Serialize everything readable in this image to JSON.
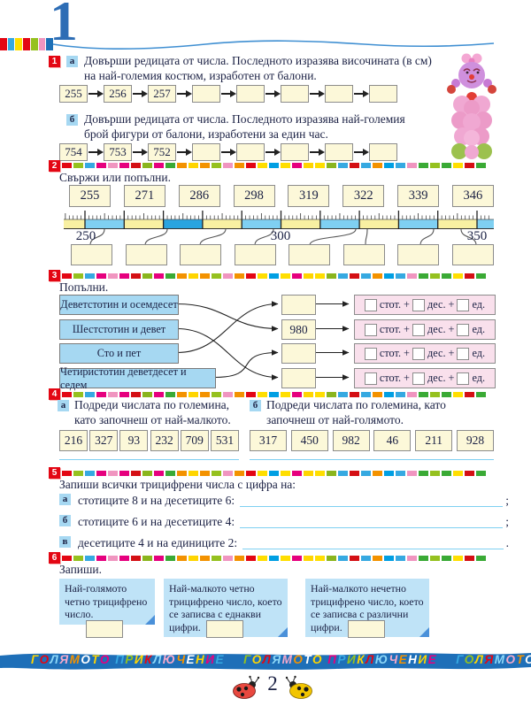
{
  "page": {
    "lesson_number": "1",
    "page_number": "2",
    "footer_phrase": "ГОЛЯМОТО ПРИКЛЮЧЕНИЕ",
    "footer_line": "ГОЛЯМОТО ПРИКЛЮЧЕНИЕ    ГОЛЯМОТО ПРИКЛЮЧЕНИЕ    ГОЛЯМОТО П"
  },
  "colors": {
    "badge_red": "#e30613",
    "badge_blue_bg": "#a6d8f2",
    "text_navy": "#1b2144",
    "box_cream": "#fcf8d9",
    "ruler_yellow": "#f8f0a2",
    "ruler_blue": "#7fd0f2",
    "ruler_blue_dark": "#29a4e0",
    "pink_box": "#f9e0ec",
    "card_blue": "#bfe3f7",
    "line_cyan": "#7fd0f2",
    "footer_blue": "#1e6fb8",
    "lesson_blue": "#2d6db5",
    "strip_palette": [
      "#e30613",
      "#3aaa35",
      "#36a9e1",
      "#ffde00",
      "#f39200",
      "#e6007e",
      "#95c11f",
      "#d40f14",
      "#009fe3",
      "#ffd500",
      "#f095c0",
      "#8ab51d"
    ],
    "header_blocks": [
      "#e30613",
      "#36a9e1",
      "#ffde00",
      "#e30613",
      "#95c11f",
      "#f095c0",
      "#1d70b7"
    ],
    "footer_letter_palette": [
      "#ffd500",
      "#e30613",
      "#8dd7f7",
      "#f5a9cb",
      "#f39200",
      "#ffffff",
      "#ffd500",
      "#e6007e",
      "#36a9e1",
      "#95c11f"
    ]
  },
  "tasks": {
    "t1": {
      "number": "1",
      "a": {
        "label": "а",
        "text": "Довърши редицата от числа. Последното изразява височината (в см) на най-големия костюм, изработен от балони.",
        "sequence": [
          "255",
          "256",
          "257",
          "",
          "",
          "",
          "",
          ""
        ]
      },
      "b": {
        "label": "б",
        "text": "Довърши редицата от числа. Последното изразява най-големия брой фигури от балони, изработени за един час.",
        "sequence": [
          "754",
          "753",
          "752",
          "",
          "",
          "",
          "",
          ""
        ]
      }
    },
    "t2": {
      "number": "2",
      "instruction": "Свържи или попълни.",
      "numbers": [
        "255",
        "271",
        "286",
        "298",
        "319",
        "322",
        "339",
        "346"
      ],
      "ruler": {
        "start_label": "250",
        "mid_label": "300",
        "end_label": "350",
        "start_value": 250,
        "end_value": 350,
        "marked_values": [
          255,
          271,
          286,
          298,
          319,
          322,
          339,
          346
        ]
      },
      "answer_boxes": 8
    },
    "t3": {
      "number": "3",
      "instruction": "Попълни.",
      "words": [
        "Деветстотин и осемдесет",
        "Шестстотин и девет",
        "Сто и пет",
        "Четиристотин деветдесет и седем"
      ],
      "middle_values": [
        "",
        "980",
        "",
        ""
      ],
      "decomposition": {
        "hundreds": "стот.",
        "tens": "дес.",
        "units": "ед.",
        "plus": "+"
      },
      "connections": [
        [
          0,
          1
        ],
        [
          1,
          3
        ],
        [
          2,
          0
        ],
        [
          3,
          2
        ]
      ]
    },
    "t4": {
      "number": "4",
      "a": {
        "label": "а",
        "text": "Подреди числата по големина, като започнеш от най-малкото.",
        "numbers": [
          "216",
          "327",
          "93",
          "232",
          "709",
          "531"
        ]
      },
      "b": {
        "label": "б",
        "text": "Подреди числата по големина, като започнеш от най-голямото.",
        "numbers": [
          "317",
          "450",
          "982",
          "46",
          "211",
          "928"
        ]
      }
    },
    "t5": {
      "number": "5",
      "instruction": "Запиши всички трицифрени числа с цифра на:",
      "items": [
        {
          "label": "а",
          "text": "стотиците 8 и на десетиците 6:",
          "end": ";"
        },
        {
          "label": "б",
          "text": "стотиците 6 и на десетиците 4:",
          "end": ";"
        },
        {
          "label": "в",
          "text": "десетиците 4 и на единиците 2:",
          "end": "."
        }
      ]
    },
    "t6": {
      "number": "6",
      "instruction": "Запиши.",
      "cards": [
        "Най-голямото четно трицифрено число.",
        "Най-малкото четно трицифрено число, което се записва с еднакви цифри.",
        "Най-малкото нечетно трицифрено число, което се записва с различни цифри."
      ]
    }
  }
}
